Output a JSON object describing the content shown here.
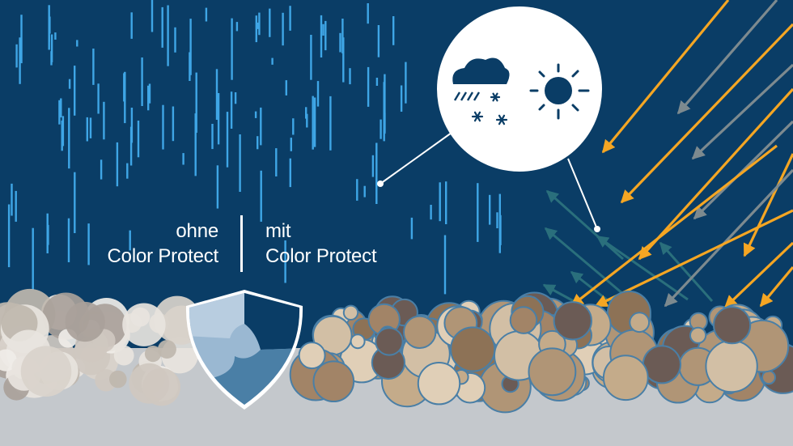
{
  "labels": {
    "left": {
      "line1": "ohne",
      "line2": "Color Protect"
    },
    "right": {
      "line1": "mit",
      "line2": "Color Protect"
    }
  },
  "icons": {
    "weather": [
      "rain-snow-cloud-icon",
      "sun-icon"
    ],
    "badge": "color-protect-shield-icon"
  },
  "colors": {
    "background": "#0a3d66",
    "rain": "#3fa6e6",
    "uv_arrows": "#f5a623",
    "grey_arrows": "#7d8a8f",
    "reflected_arrows": "#2a6f7c",
    "ground": "#c4c8cc",
    "shield_light": "#9ab8d2",
    "shield_mid": "#4a7fa6",
    "shield_dark": "#0a3d66"
  }
}
